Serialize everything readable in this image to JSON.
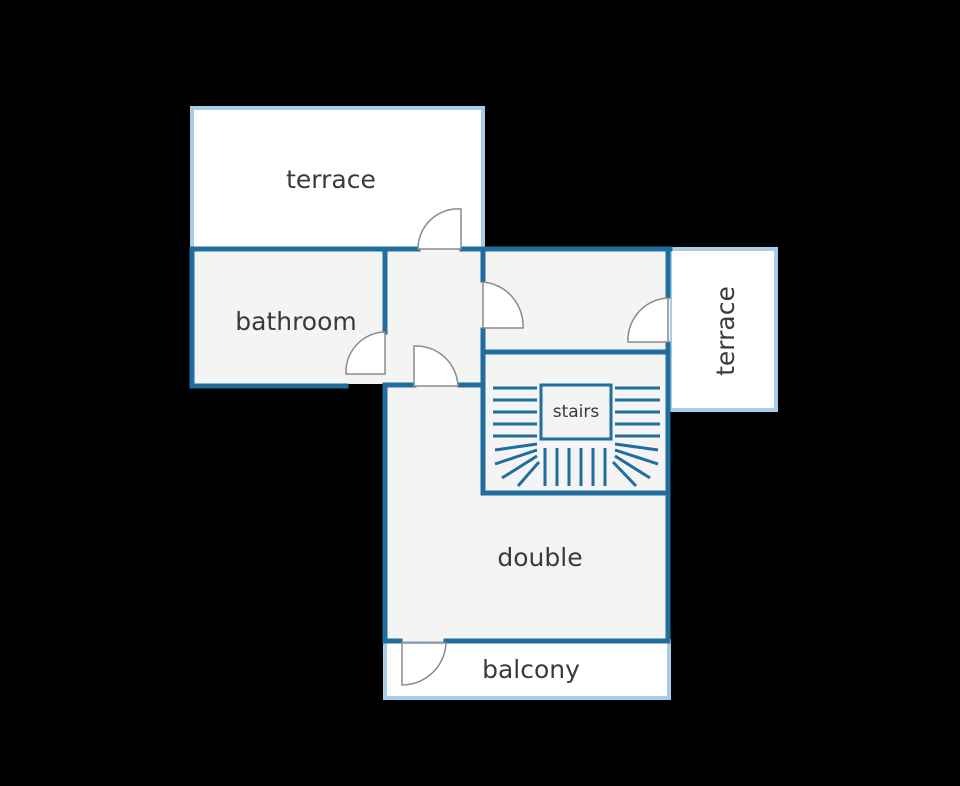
{
  "colors": {
    "background": "#000000",
    "wall": "#1f6e9e",
    "outer_light": "#a9cde6",
    "floor_indoor": "#f4f4f4",
    "floor_outdoor": "#ffffff",
    "door_stroke": "#8a8a8a",
    "label": "#3a3a3a"
  },
  "rooms": {
    "terrace_top": "terrace",
    "bathroom": "bathroom",
    "terrace_right": "terrace",
    "stairs": "stairs",
    "double": "double",
    "balcony": "balcony"
  }
}
